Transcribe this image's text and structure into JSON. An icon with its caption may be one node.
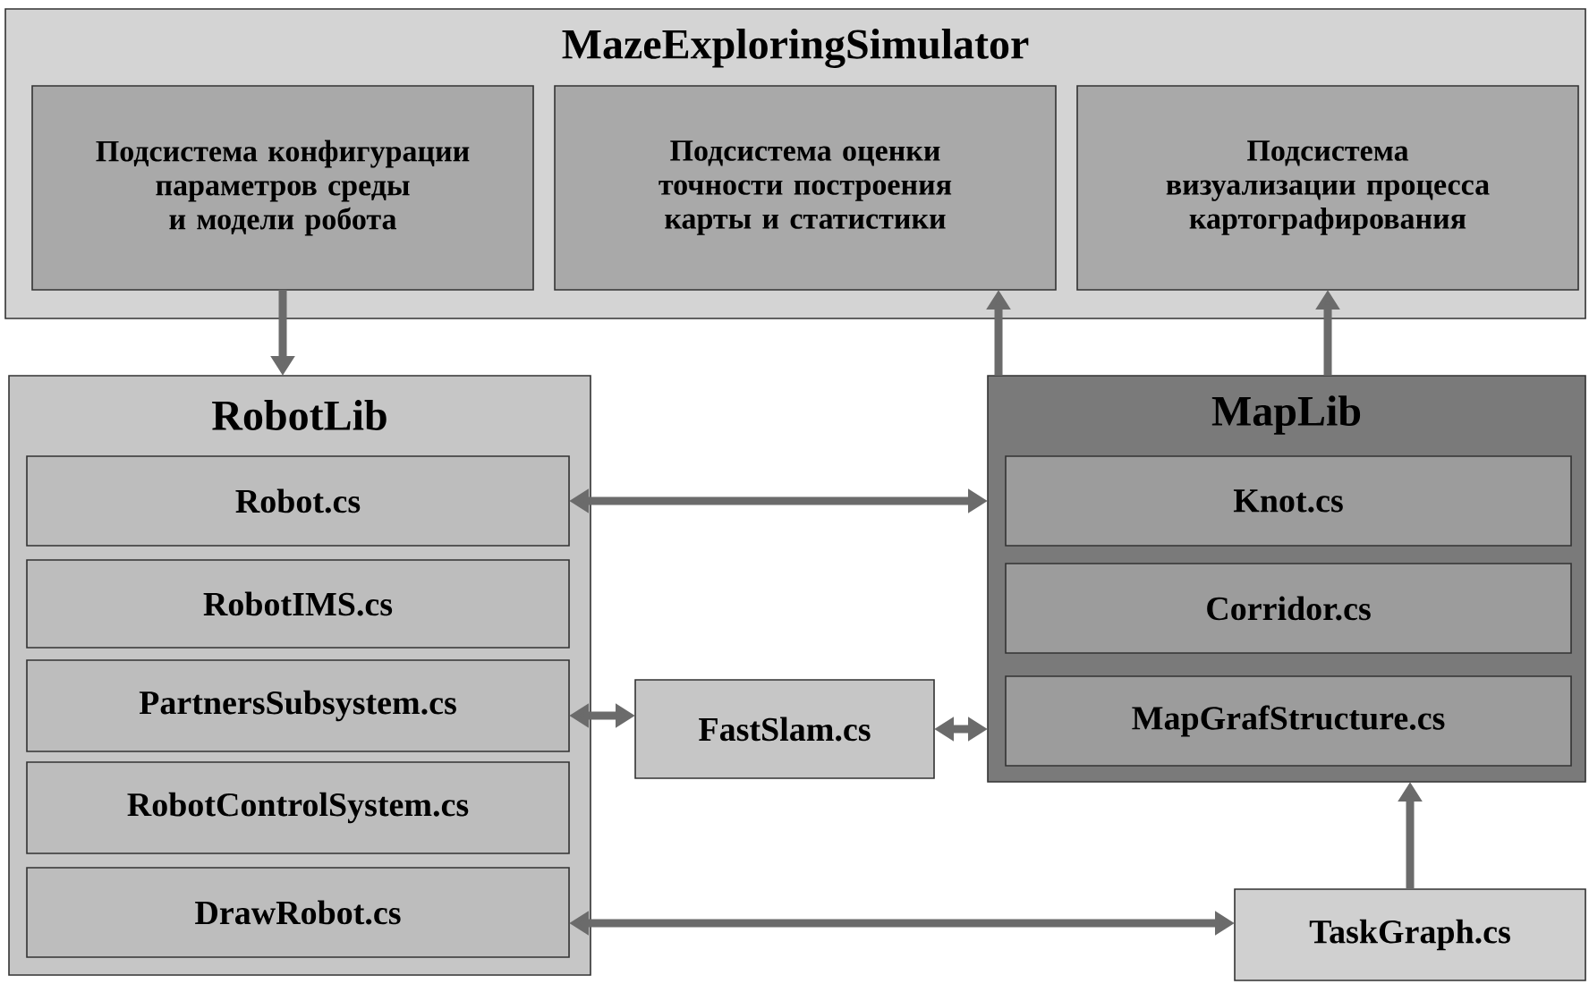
{
  "diagram": {
    "nodes": [
      {
        "text": [
          "MazeExploringSimulator"
        ]
      },
      {
        "text": [
          "Подсистема конфигурации параметров среды и модели робота"
        ],
        "in": 0
      },
      {
        "text": [
          "Подсистема оценки точности построения карты и статистики"
        ],
        "in": 0
      },
      {
        "text": [
          "Подсистема визуализации процесса картографирования"
        ],
        "in": 0
      },
      {
        "text": [
          "RobotLib"
        ]
      },
      {
        "text": [
          "Robot.cs"
        ],
        "in": 4
      },
      {
        "text": [
          "RobotIMS.cs"
        ],
        "in": 4
      },
      {
        "text": [
          "PartnersSubsystem.cs"
        ],
        "in": 4
      },
      {
        "text": [
          "RobotControlSystem.cs"
        ],
        "in": 4
      },
      {
        "text": [
          "DrawRobot.cs"
        ],
        "in": 4
      },
      {
        "text": [
          "FastSlam.cs"
        ]
      },
      {
        "text": [
          "MapLib"
        ]
      },
      {
        "text": [
          "Knot.cs"
        ],
        "in": 11
      },
      {
        "text": [
          "Corridor.cs"
        ],
        "in": 11
      },
      {
        "text": [
          "MapGrafStructure.cs"
        ],
        "in": 11
      },
      {
        "text": [
          "TaskGraph.cs"
        ]
      }
    ],
    "edges": [
      {
        "from": 1,
        "to": 4,
        "arrow": "to"
      },
      {
        "from": 11,
        "to": 2,
        "arrow": "to"
      },
      {
        "from": 11,
        "to": 3,
        "arrow": "to"
      },
      {
        "from": 5,
        "to": 11,
        "arrow": "both"
      },
      {
        "from": 7,
        "to": 10,
        "arrow": "both"
      },
      {
        "from": 10,
        "to": 11,
        "arrow": "both"
      },
      {
        "from": 9,
        "to": 15,
        "arrow": "both"
      },
      {
        "from": 15,
        "to": 11,
        "arrow": "to"
      }
    ]
  }
}
